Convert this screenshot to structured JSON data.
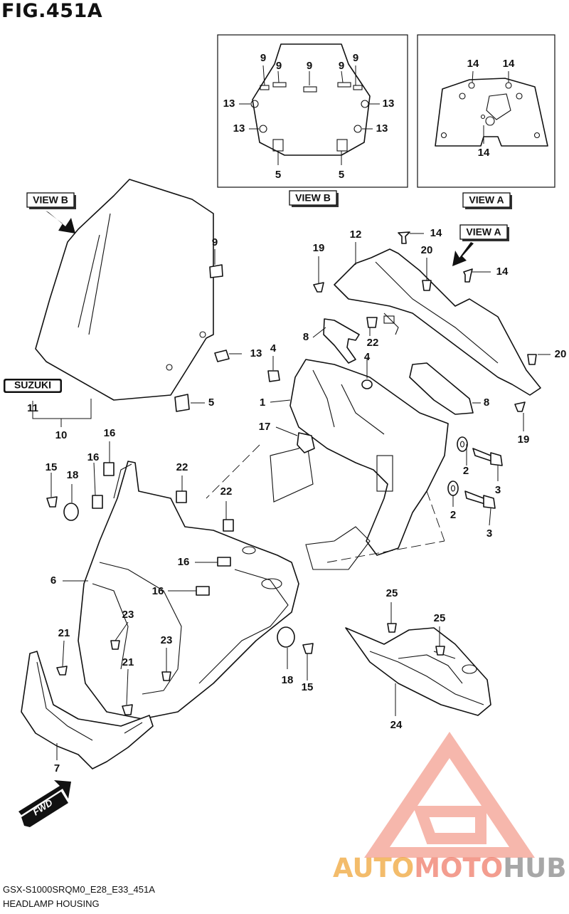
{
  "figure": {
    "title": "FIG.451A"
  },
  "views": {
    "view_a": "VIEW A",
    "view_b": "VIEW B"
  },
  "emblem": "SUZUKI",
  "direction": "FWD",
  "footer": {
    "code": "GSX-S1000SRQM0_E28_E33_451A",
    "name": "HEADLAMP HOUSING"
  },
  "watermark": {
    "part1": "AUTO",
    "part2": "MOTO",
    "part3": "HUB"
  },
  "colors": {
    "line": "#111111",
    "watermark_orange": "#f0a63a",
    "watermark_red": "#ef7d6a",
    "watermark_gray": "#8a8a8a"
  },
  "callouts": [
    {
      "id": "c9a",
      "label": "9"
    },
    {
      "id": "c9b",
      "label": "9"
    },
    {
      "id": "c9c",
      "label": "9"
    },
    {
      "id": "c9d",
      "label": "9"
    },
    {
      "id": "c9e",
      "label": "9"
    },
    {
      "id": "c13a",
      "label": "13"
    },
    {
      "id": "c13b",
      "label": "13"
    },
    {
      "id": "c13c",
      "label": "13"
    },
    {
      "id": "c13d",
      "label": "13"
    },
    {
      "id": "c5a",
      "label": "5"
    },
    {
      "id": "c5b",
      "label": "5"
    },
    {
      "id": "c14a",
      "label": "14"
    },
    {
      "id": "c14b",
      "label": "14"
    },
    {
      "id": "c14c",
      "label": "14"
    },
    {
      "id": "c9f",
      "label": "9"
    },
    {
      "id": "c13e",
      "label": "13"
    },
    {
      "id": "c11",
      "label": "11"
    },
    {
      "id": "c5c",
      "label": "5"
    },
    {
      "id": "c10",
      "label": "10"
    },
    {
      "id": "c19a",
      "label": "19"
    },
    {
      "id": "c12",
      "label": "12"
    },
    {
      "id": "c14d",
      "label": "14"
    },
    {
      "id": "c20a",
      "label": "20"
    },
    {
      "id": "c14e",
      "label": "14"
    },
    {
      "id": "c8a",
      "label": "8"
    },
    {
      "id": "c22a",
      "label": "22"
    },
    {
      "id": "c4a",
      "label": "4"
    },
    {
      "id": "c4b",
      "label": "4"
    },
    {
      "id": "c20b",
      "label": "20"
    },
    {
      "id": "c1",
      "label": "1"
    },
    {
      "id": "c8b",
      "label": "8"
    },
    {
      "id": "c17",
      "label": "17"
    },
    {
      "id": "c19b",
      "label": "19"
    },
    {
      "id": "c16a",
      "label": "16"
    },
    {
      "id": "c16b",
      "label": "16"
    },
    {
      "id": "c15a",
      "label": "15"
    },
    {
      "id": "c18a",
      "label": "18"
    },
    {
      "id": "c22b",
      "label": "22"
    },
    {
      "id": "c22c",
      "label": "22"
    },
    {
      "id": "c2a",
      "label": "2"
    },
    {
      "id": "c3a",
      "label": "3"
    },
    {
      "id": "c2b",
      "label": "2"
    },
    {
      "id": "c3b",
      "label": "3"
    },
    {
      "id": "c16c",
      "label": "16"
    },
    {
      "id": "c6",
      "label": "6"
    },
    {
      "id": "c16d",
      "label": "16"
    },
    {
      "id": "c25a",
      "label": "25"
    },
    {
      "id": "c23a",
      "label": "23"
    },
    {
      "id": "c25b",
      "label": "25"
    },
    {
      "id": "c21a",
      "label": "21"
    },
    {
      "id": "c23b",
      "label": "23"
    },
    {
      "id": "c21b",
      "label": "21"
    },
    {
      "id": "c18b",
      "label": "18"
    },
    {
      "id": "c15b",
      "label": "15"
    },
    {
      "id": "c24",
      "label": "24"
    },
    {
      "id": "c7",
      "label": "7"
    }
  ]
}
